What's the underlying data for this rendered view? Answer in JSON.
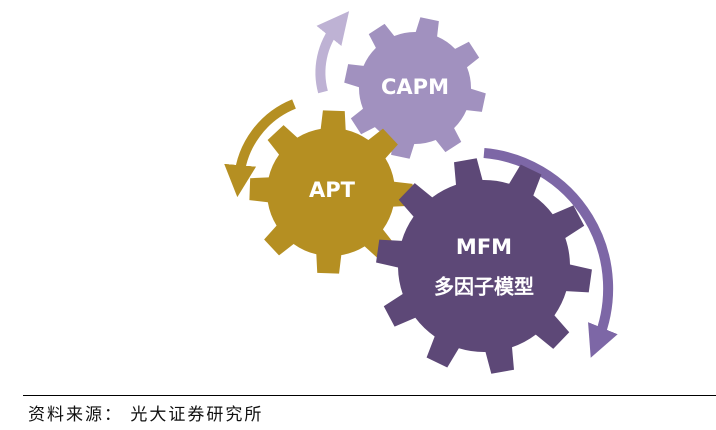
{
  "diagram": {
    "gears": [
      {
        "id": "capm",
        "lines": [
          "CAPM"
        ],
        "color": "#a191bf"
      },
      {
        "id": "apt",
        "lines": [
          "APT"
        ],
        "color": "#b58f22"
      },
      {
        "id": "mfm",
        "lines": [
          "MFM",
          "多因子模型"
        ],
        "color": "#5d4877"
      }
    ],
    "arrows": [
      {
        "id": "capm-arrow",
        "color": "#beb2d4"
      },
      {
        "id": "apt-arrow",
        "color": "#b58f22"
      },
      {
        "id": "mfm-arrow",
        "color": "#7d67a6"
      }
    ]
  },
  "footer": {
    "source": "资料来源：  光大证券研究所"
  }
}
